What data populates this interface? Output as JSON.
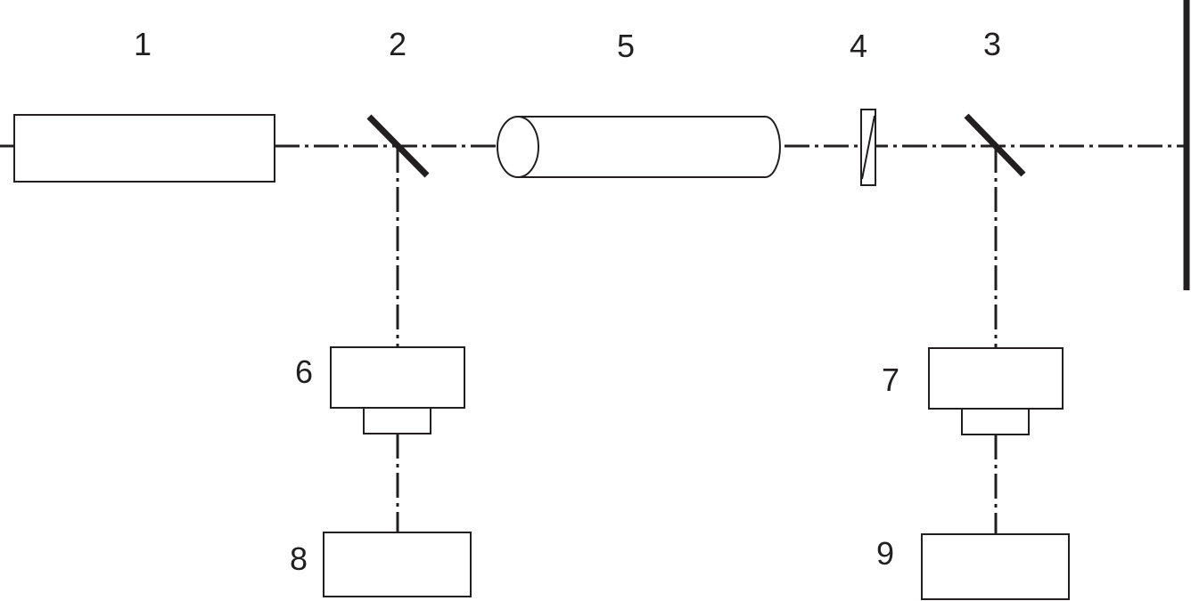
{
  "diagram": {
    "labels": {
      "c1": "1",
      "c2": "2",
      "c3": "3",
      "c4": "4",
      "c5": "5",
      "c6": "6",
      "c7": "7",
      "c8": "8",
      "c9": "9"
    },
    "colors": {
      "ink": "#231f20",
      "background": "#ffffff"
    }
  }
}
